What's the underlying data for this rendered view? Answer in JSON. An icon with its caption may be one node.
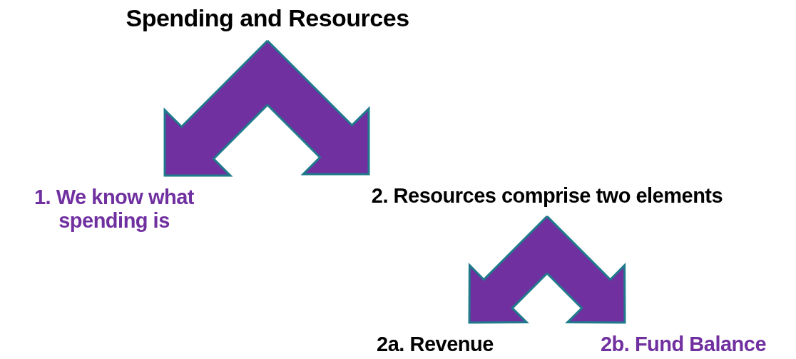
{
  "diagram": {
    "nodes": [
      {
        "text": [
          "Spending and Resources"
        ]
      },
      {
        "text": [
          "1. We know what spending is"
        ]
      },
      {
        "text": [
          "2. Resources comprise two elements"
        ]
      },
      {
        "text": [
          "2a. Revenue"
        ]
      },
      {
        "text": [
          "2b. Fund Balance"
        ]
      }
    ],
    "edges": [
      {
        "from": 0,
        "to": 1,
        "arrow": "to"
      },
      {
        "from": 0,
        "to": 2,
        "arrow": "to"
      },
      {
        "from": 2,
        "to": 3,
        "arrow": "to"
      },
      {
        "from": 2,
        "to": 4,
        "arrow": "to"
      }
    ]
  }
}
